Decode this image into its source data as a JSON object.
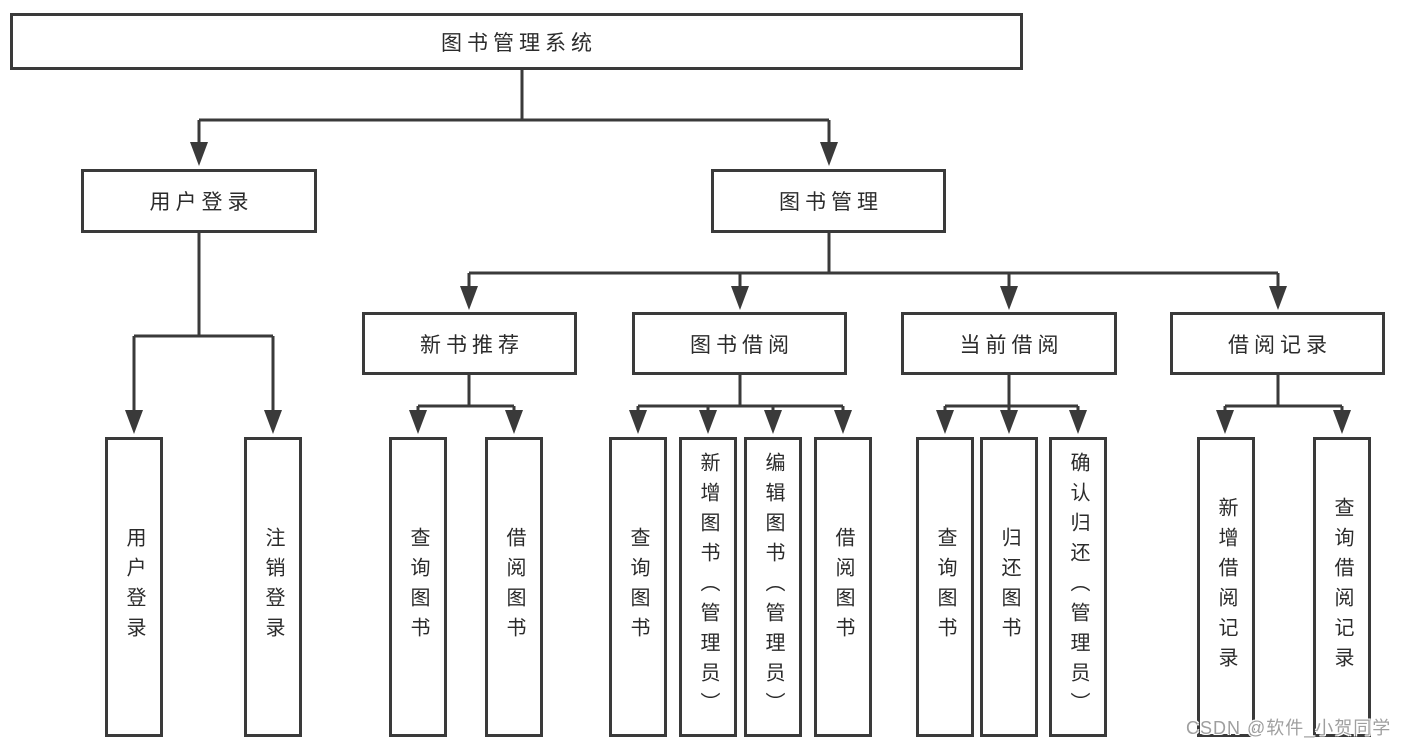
{
  "diagram": {
    "title": "图书管理系统",
    "branches": {
      "user_login": {
        "label": "用户登录",
        "children": [
          "用户登录",
          "注销登录"
        ]
      },
      "book_management": {
        "label": "图书管理",
        "sections": {
          "new_book_recommend": {
            "label": "新书推荐",
            "children": [
              "查询图书",
              "借阅图书"
            ]
          },
          "book_borrow": {
            "label": "图书借阅",
            "children": [
              "查询图书",
              "新增图书（管理员）",
              "编辑图书（管理员）",
              "借阅图书"
            ]
          },
          "current_borrow": {
            "label": "当前借阅",
            "children": [
              "查询图书",
              "归还图书",
              "确认归还（管理员）"
            ]
          },
          "borrow_record": {
            "label": "借阅记录",
            "children": [
              "新增借阅记录",
              "查询借阅记录"
            ]
          }
        }
      }
    }
  },
  "watermark": {
    "text": "CSDN @软件_小贺同学"
  },
  "colors": {
    "line": "#3a3a3a",
    "text": "#2b2b2b",
    "watermark_text": "#9f9f9f",
    "background": "#ffffff"
  }
}
